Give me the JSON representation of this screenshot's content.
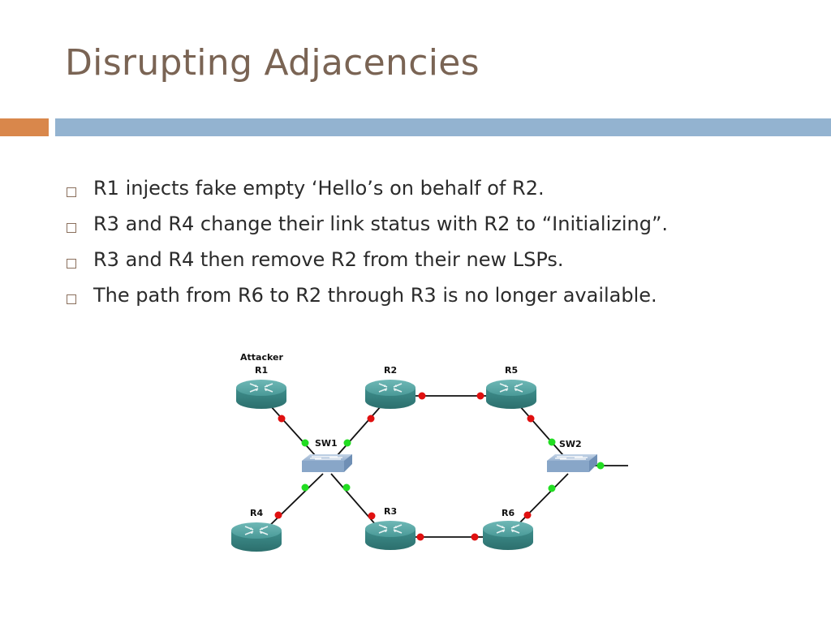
{
  "slide": {
    "title": "Disrupting Adjacencies",
    "bullets": [
      "R1 injects fake empty ‘Hello’s on behalf of R2.",
      "R3 and R4 change their link status with R2 to “Initializing”.",
      "R3 and R4 then remove R2 from their new LSPs.",
      "The path from R6 to R2 through R3 is no longer available."
    ]
  },
  "diagram": {
    "attacker_label": "Attacker",
    "nodes": {
      "r1": "R1",
      "r2": "R2",
      "r3": "R3",
      "r4": "R4",
      "r5": "R5",
      "r6": "R6",
      "sw1": "SW1",
      "sw2": "SW2"
    },
    "colors": {
      "port_down": "#e01010",
      "port_up": "#22dd22",
      "router": "#3f8f8d",
      "switch": "#7e9cc0"
    }
  }
}
